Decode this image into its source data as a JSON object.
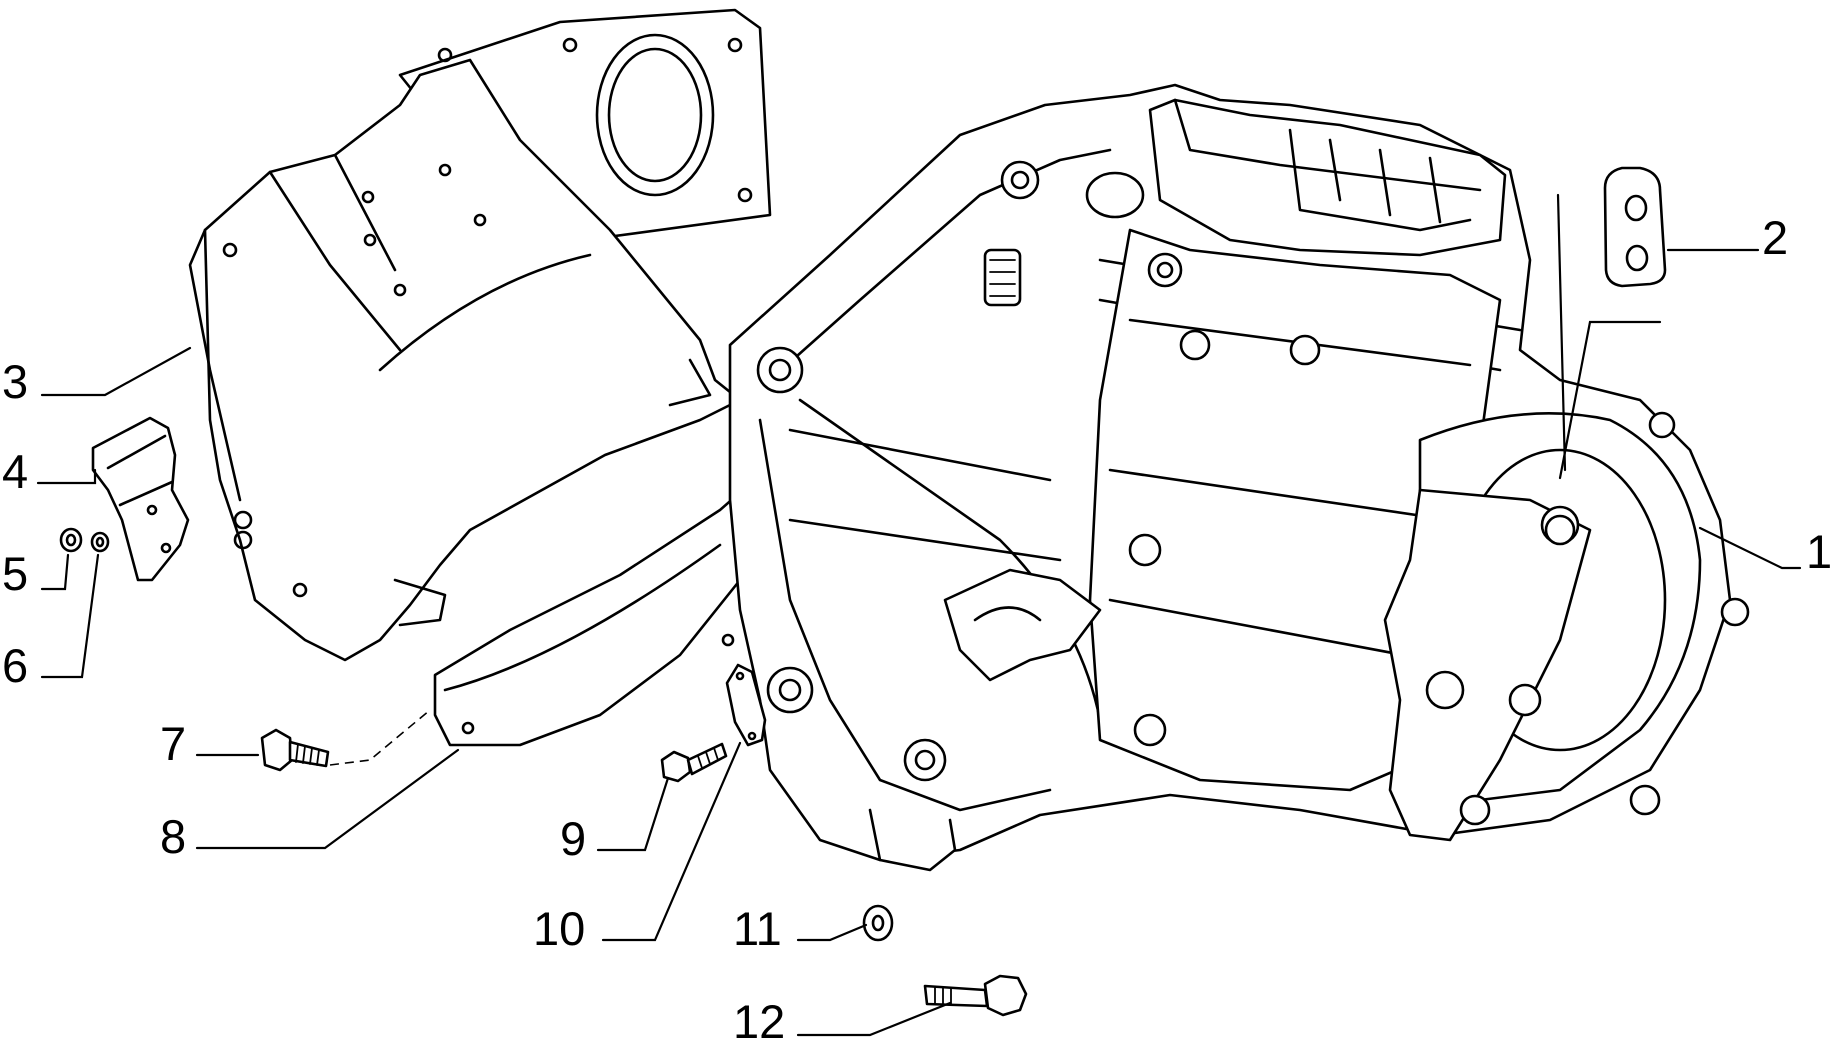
{
  "diagram": {
    "callouts": [
      {
        "id": "1",
        "label": "1"
      },
      {
        "id": "2",
        "label": "2"
      },
      {
        "id": "3",
        "label": "3"
      },
      {
        "id": "4",
        "label": "4"
      },
      {
        "id": "5",
        "label": "5"
      },
      {
        "id": "6",
        "label": "6"
      },
      {
        "id": "7",
        "label": "7"
      },
      {
        "id": "8",
        "label": "8"
      },
      {
        "id": "9",
        "label": "9"
      },
      {
        "id": "10",
        "label": "10"
      },
      {
        "id": "11",
        "label": "11"
      },
      {
        "id": "12",
        "label": "12"
      }
    ],
    "parts": [
      {
        "callout": "1",
        "icon": "gearbox-housing-icon"
      },
      {
        "callout": "2",
        "icon": "plate-bracket-icon"
      },
      {
        "callout": "3",
        "icon": "cover-shield-icon"
      },
      {
        "callout": "4",
        "icon": "bracket-icon"
      },
      {
        "callout": "5",
        "icon": "nut-icon"
      },
      {
        "callout": "6",
        "icon": "washer-icon"
      },
      {
        "callout": "7",
        "icon": "screw-icon"
      },
      {
        "callout": "8",
        "icon": "lower-shield-icon"
      },
      {
        "callout": "9",
        "icon": "bolt-icon"
      },
      {
        "callout": "10",
        "icon": "cover-plate-icon"
      },
      {
        "callout": "11",
        "icon": "washer-icon"
      },
      {
        "callout": "12",
        "icon": "bolt-icon"
      }
    ]
  }
}
